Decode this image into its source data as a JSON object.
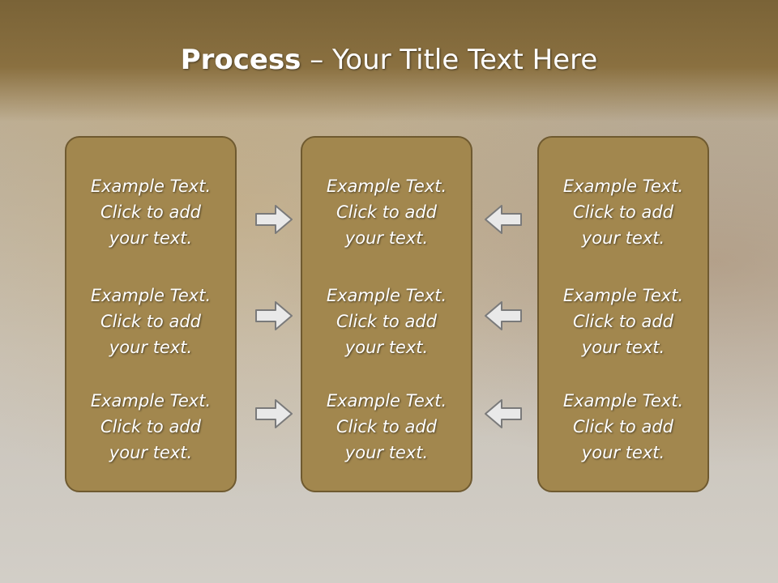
{
  "title": {
    "bold": "Process",
    "rest": " – Your Title Text Here"
  },
  "columns": [
    {
      "items": [
        "Example Text.\nClick  to add\nyour text.",
        "Example Text.\nClick  to add\nyour text.",
        "Example Text.\nClick  to add\nyour text."
      ]
    },
    {
      "items": [
        "Example Text.\nClick  to add\nyour text.",
        "Example Text.\nClick  to add\nyour text.",
        "Example Text.\nClick  to add\nyour text."
      ]
    },
    {
      "items": [
        "Example Text.\nClick  to add\nyour text.",
        "Example Text.\nClick  to add\nyour text.",
        "Example Text.\nClick  to add\nyour text."
      ]
    }
  ],
  "colors": {
    "box": "#a2874e",
    "box_border": "#6f5a30",
    "title_band": "#8a7040",
    "arrow_fill": "#e9e9e9",
    "arrow_stroke": "#7a7a7a"
  },
  "icons": {
    "left_arrows": "arrow-right-icon",
    "right_arrows": "arrow-left-icon"
  }
}
